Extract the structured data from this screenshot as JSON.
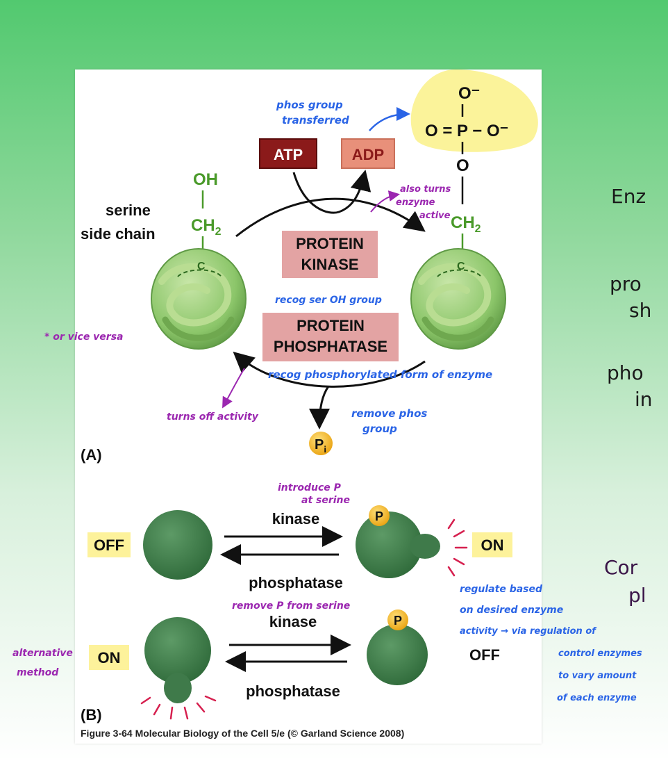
{
  "panel_a": {
    "label": "(A)",
    "atp": "ATP",
    "adp": "ADP",
    "serine_label_1": "serine",
    "serine_label_2": "side chain",
    "oh": "OH",
    "ch2": "CH",
    "sub2": "2",
    "c": "C",
    "o": "O",
    "phosphate_line_top": "O⁻",
    "phosphate_line_mid": "O = P − O⁻",
    "kinase_1": "PROTEIN",
    "kinase_2": "KINASE",
    "phosphatase_1": "PROTEIN",
    "phosphatase_2": "PHOSPHATASE",
    "pi": "P",
    "pi_sub": "i"
  },
  "panel_b": {
    "label": "(B)",
    "off_1": "OFF",
    "on_1": "ON",
    "kinase_1": "kinase",
    "phosphatase_1": "phosphatase",
    "on_2": "ON",
    "off_2": "OFF",
    "kinase_2": "kinase",
    "phosphatase_2": "phosphatase",
    "p": "P"
  },
  "caption": "Figure 3-64 Molecular Biology of the Cell 5/e (© Garland Science 2008)",
  "annotations": {
    "phos_group_1": "phos group",
    "phos_group_2": "transferred",
    "also_turns_1": "also turns",
    "also_turns_2": "enzyme",
    "also_turns_3": "active",
    "recog_oh": "recog ser OH group",
    "recog_phos": "recog phosphorylated form of enzyme",
    "or_vice_versa": "* or vice versa",
    "turns_off": "turns off activity",
    "remove_phos_1": "remove phos",
    "remove_phos_2": "group",
    "introduce_1": "introduce P",
    "introduce_2": "at serine",
    "remove_p": "remove P from serine",
    "regulate_1": "regulate based",
    "regulate_2": "on desired enzyme",
    "regulate_3": "activity → via regulation of",
    "regulate_4": "control enzymes",
    "regulate_5": "to vary amount",
    "regulate_6": "of each enzyme",
    "alternative_1": "alternative",
    "alternative_2": "method"
  },
  "side_text": {
    "line1": "Enz",
    "line2": "pro",
    "line3": "sh",
    "line4": "pho",
    "line5": "in",
    "line6": "Cor",
    "line7": "pl"
  },
  "colors": {
    "atp": "#8b1a1a",
    "adp": "#e8907a",
    "enzyme_box": "#e3a3a3",
    "protein_green": "#8cc66a",
    "switch_green": "#3f7a4a",
    "label_yellow": "#fdf29b",
    "pi_gold": "#f5b51c",
    "annot_blue": "#2a64e6",
    "annot_purple": "#9b27b0"
  }
}
